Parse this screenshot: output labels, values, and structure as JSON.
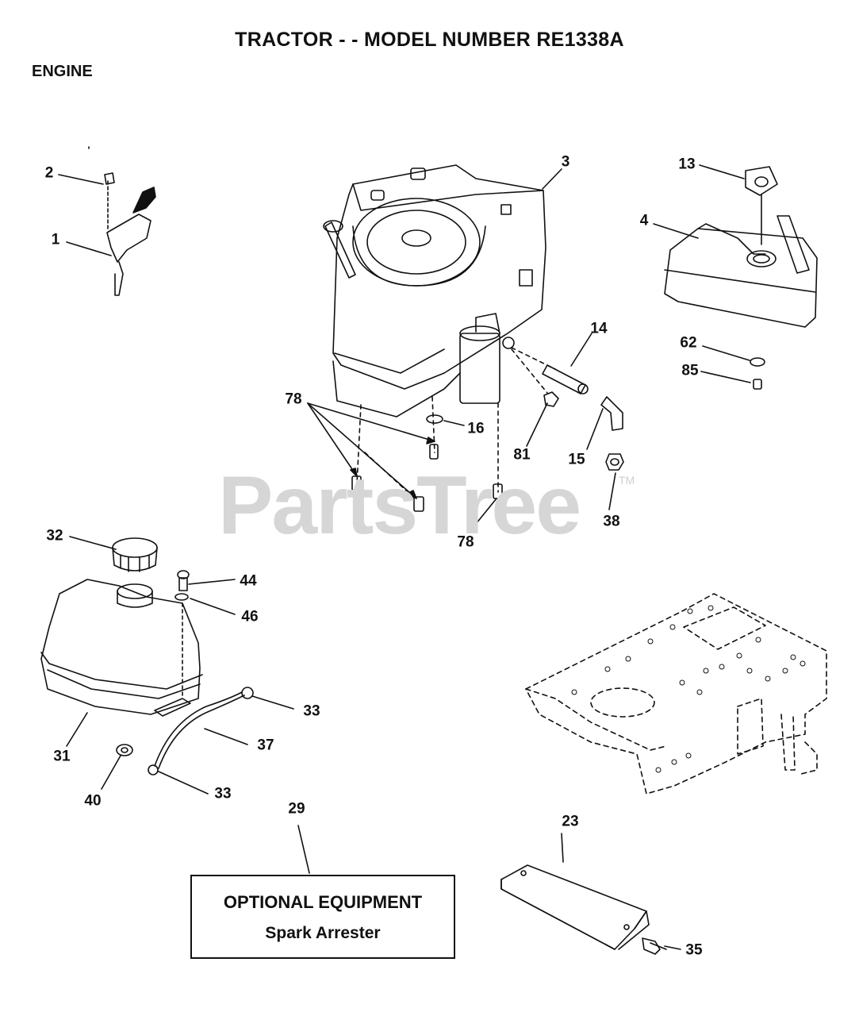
{
  "header": {
    "title": "TRACTOR - - MODEL NUMBER RE1338A",
    "section": "ENGINE"
  },
  "watermark": {
    "text": "PartsTree",
    "tm": "TM"
  },
  "optional_box": {
    "heading": "OPTIONAL EQUIPMENT",
    "item": "Spark Arrester"
  },
  "callouts": {
    "c2": "2",
    "c1": "1",
    "c3": "3",
    "c13": "13",
    "c4": "4",
    "c14": "14",
    "c62": "62",
    "c85": "85",
    "c78a": "78",
    "c16": "16",
    "c81": "81",
    "c15": "15",
    "c38": "38",
    "c78b": "78",
    "c32": "32",
    "c44": "44",
    "c46": "46",
    "c33a": "33",
    "c37": "37",
    "c31": "31",
    "c40": "40",
    "c33b": "33",
    "c29": "29",
    "c23": "23",
    "c35": "35"
  },
  "colors": {
    "ink": "#111111",
    "watermark": "#d6d6d6",
    "background": "#ffffff"
  }
}
